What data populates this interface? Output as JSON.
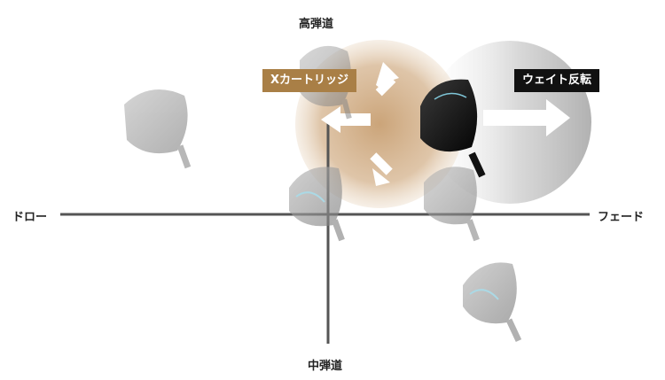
{
  "axes": {
    "top": "高弾道",
    "bottom": "中弾道",
    "left": "ドロー",
    "right": "フェード"
  },
  "tags": {
    "cartridge": {
      "label": "Xカートリッジ",
      "color": "#a97f46"
    },
    "weight": {
      "label": "ウェイト反転",
      "color": "#111111"
    }
  },
  "colors": {
    "axis": "#555555",
    "cartridge_circle": "#c9a07a",
    "weight_circle": "#bdbdbd",
    "head_gray": "#9a9a9a",
    "head_dark": "#1a1a1a",
    "accent_blue": "#7fc6d8"
  }
}
